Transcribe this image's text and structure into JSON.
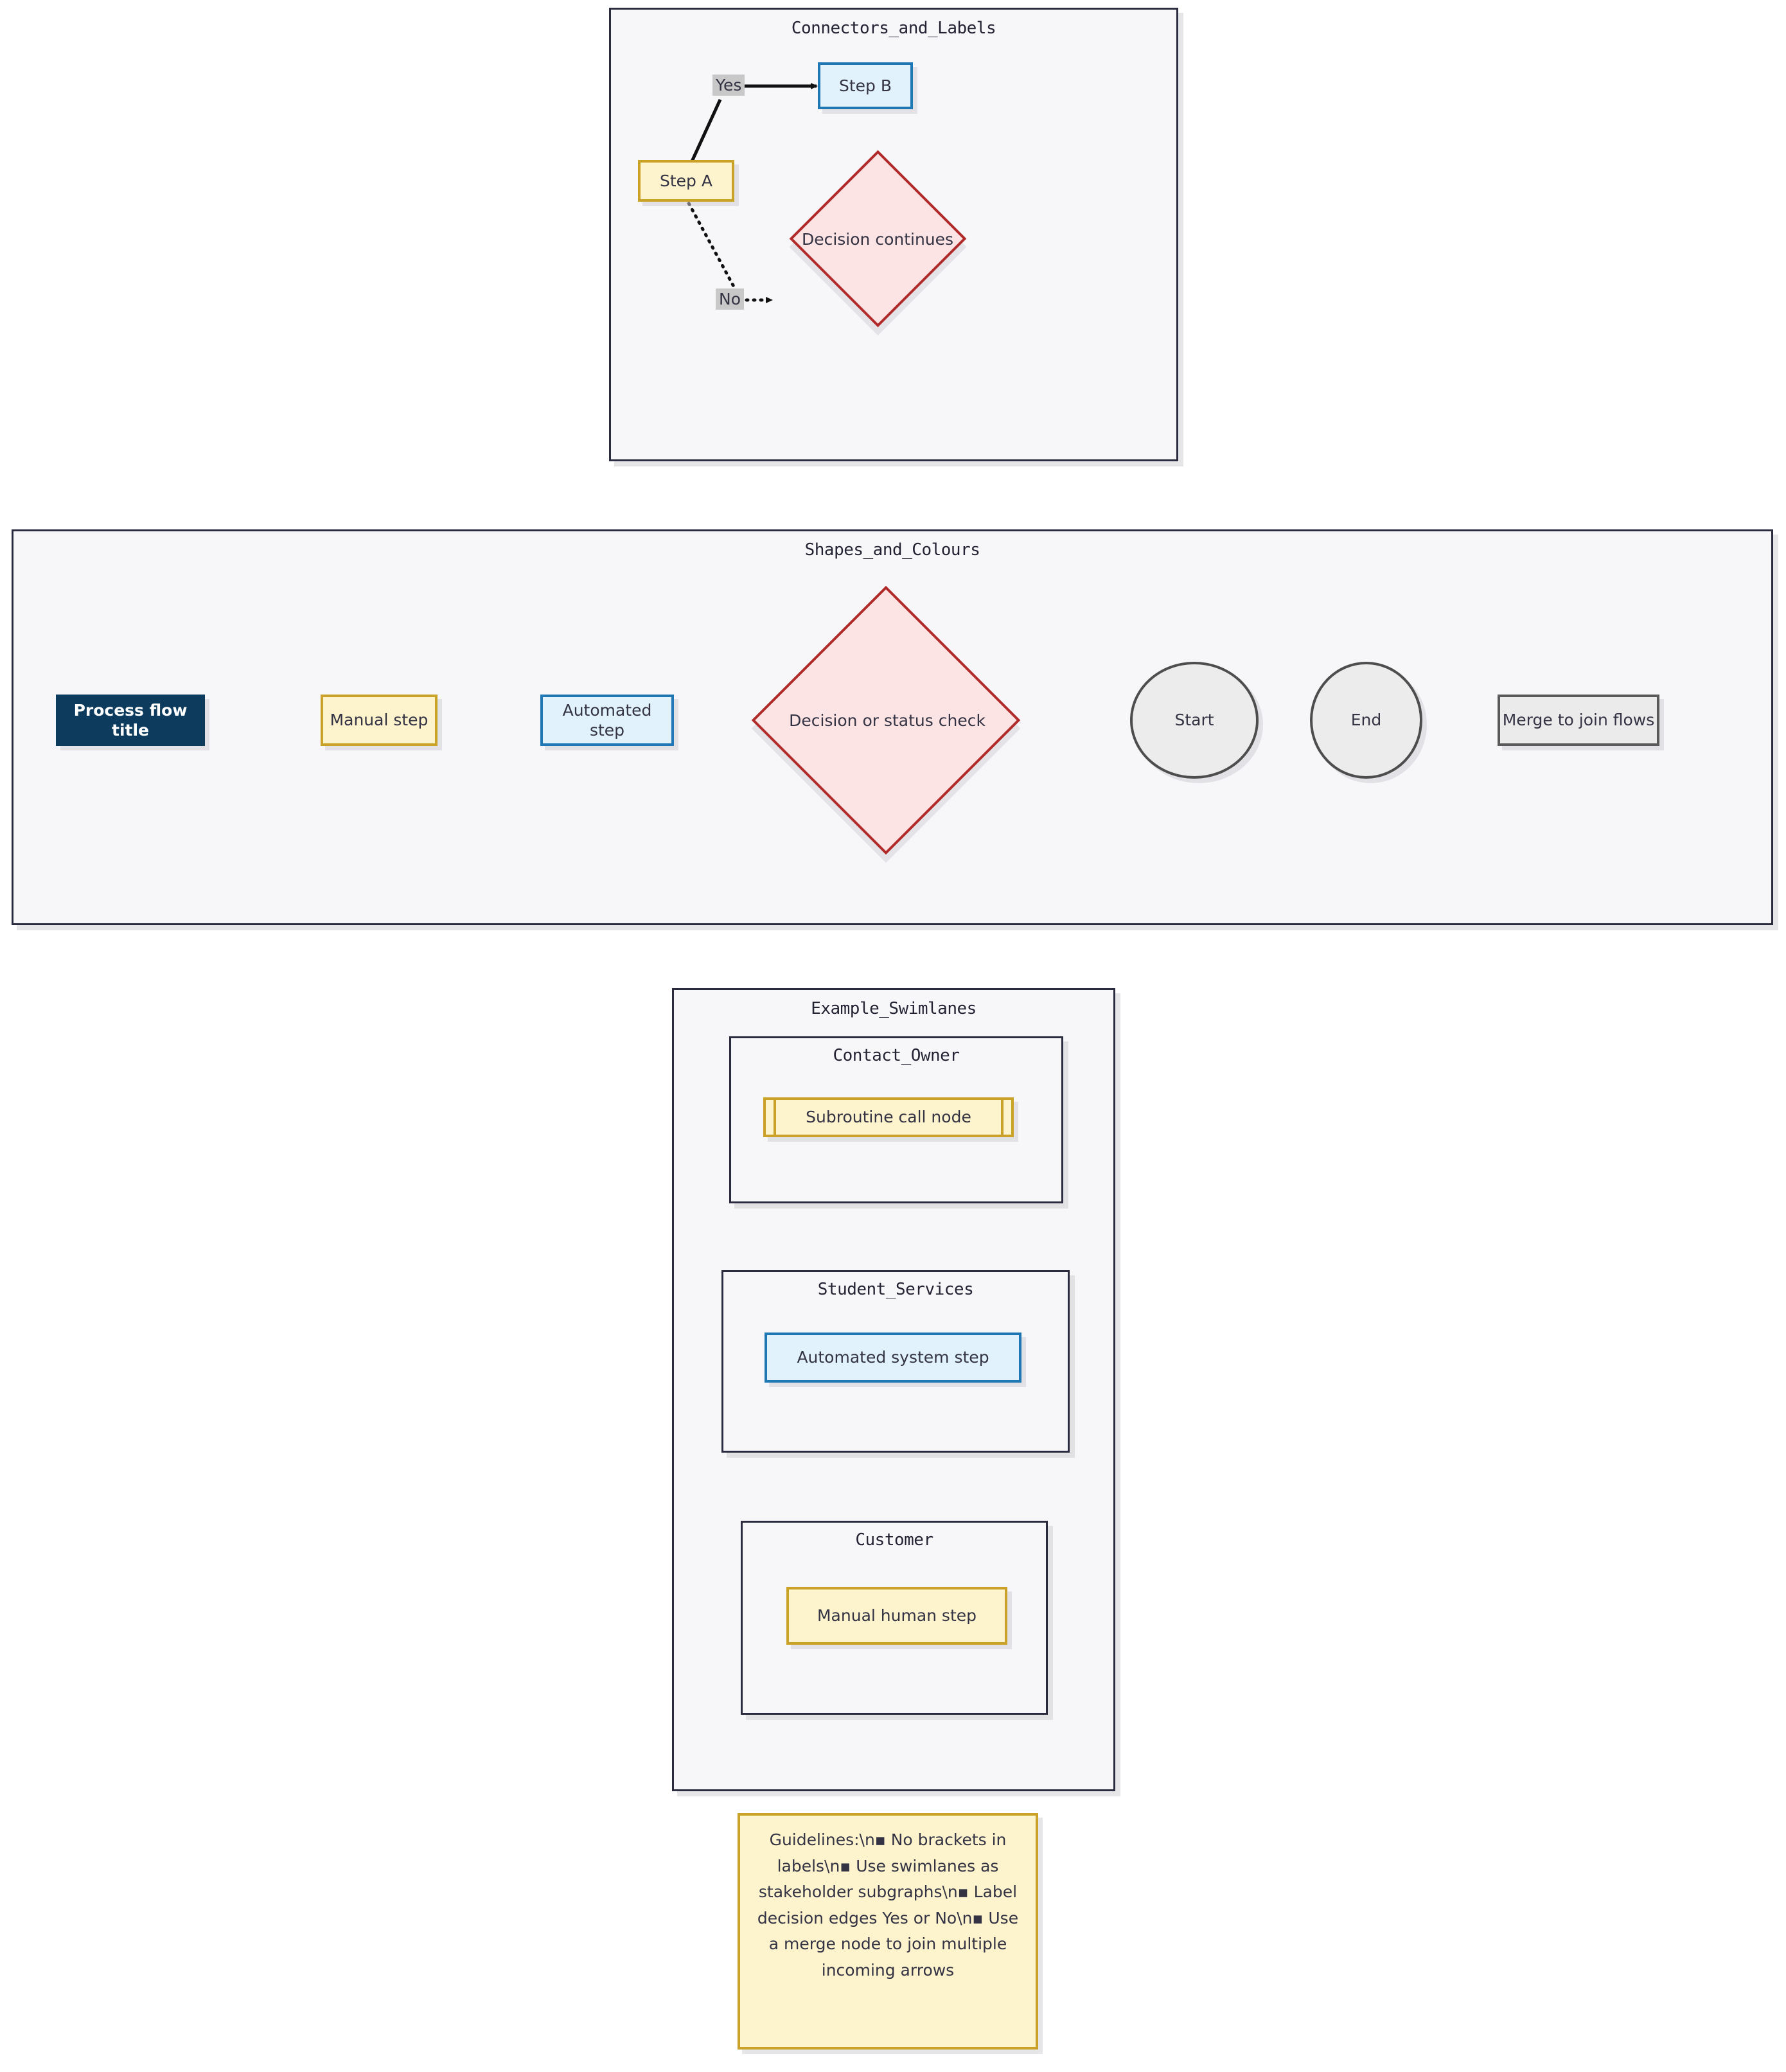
{
  "diagram": {
    "type": "flowchart-style-guide",
    "colors": {
      "panel_bg": "#f7f7fa",
      "panel_border": "#2b2b40",
      "manual_fill": "#fdf3cd",
      "manual_border": "#c9a227",
      "auto_fill": "#e1f2fd",
      "auto_border": "#1f77b4",
      "decision_fill": "#fce4e4",
      "decision_border": "#b02a2a",
      "title_fill": "#0d3b5e",
      "merge_fill": "#ebebeb",
      "merge_border": "#5a5a5a",
      "terminal_fill": "#ececec",
      "terminal_border": "#4d4d4d",
      "edge_label_bg": "#c8c8c8"
    }
  },
  "panels": {
    "connectors": {
      "title": "Connectors_and_Labels",
      "nodes": {
        "step_a": "Step A",
        "step_b": "Step B",
        "decision": "Decision continues"
      },
      "edges": [
        {
          "label": "Yes",
          "style": "solid",
          "from": "Step A",
          "to": "Step B"
        },
        {
          "label": "No",
          "style": "dotted",
          "from": "Step A",
          "to": "Decision continues"
        }
      ]
    },
    "shapes": {
      "title": "Shapes_and_Colours",
      "nodes": {
        "process_title": "Process flow title",
        "manual_step": "Manual step",
        "automated_step": "Automated step",
        "decision": "Decision or status check",
        "start": "Start",
        "end": "End",
        "merge": "Merge to join flows"
      }
    },
    "swimlanes": {
      "title": "Example_Swimlanes",
      "lanes": [
        {
          "title": "Contact_Owner",
          "node": "Subroutine call node",
          "shape": "subroutine"
        },
        {
          "title": "Student_Services",
          "node": "Automated system step",
          "shape": "automated"
        },
        {
          "title": "Customer",
          "node": "Manual human step",
          "shape": "manual"
        }
      ]
    }
  },
  "note": {
    "text": "Guidelines:\\n▪ No brackets in labels\\n▪ Use swimlanes as stakeholder subgraphs\\n▪ Label decision edges Yes or No\\n▪ Use a merge node to join multiple incoming arrows"
  }
}
